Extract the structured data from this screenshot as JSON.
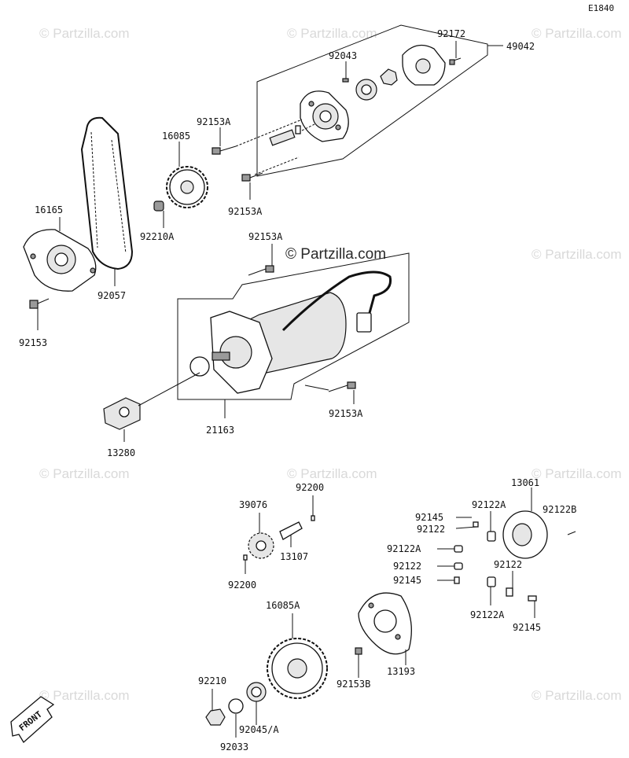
{
  "diagram_id": "E1840",
  "watermark_text": "© Partzilla.com",
  "center_watermark": "© Partzilla.com",
  "front_label": "FRONT",
  "callouts": [
    {
      "id": "49042",
      "text": "49042"
    },
    {
      "id": "92172",
      "text": "92172"
    },
    {
      "id": "92043",
      "text": "92043"
    },
    {
      "id": "92153A-top",
      "text": "92153A"
    },
    {
      "id": "16085",
      "text": "16085"
    },
    {
      "id": "92153A-mid",
      "text": "92153A"
    },
    {
      "id": "16165",
      "text": "16165"
    },
    {
      "id": "92210A",
      "text": "92210A"
    },
    {
      "id": "92057",
      "text": "92057"
    },
    {
      "id": "92153",
      "text": "92153"
    },
    {
      "id": "92153A-motor",
      "text": "92153A"
    },
    {
      "id": "92153A-lower",
      "text": "92153A"
    },
    {
      "id": "21163",
      "text": "21163"
    },
    {
      "id": "13280",
      "text": "13280"
    },
    {
      "id": "92200-top",
      "text": "92200"
    },
    {
      "id": "39076",
      "text": "39076"
    },
    {
      "id": "13107",
      "text": "13107"
    },
    {
      "id": "92200-bot",
      "text": "92200"
    },
    {
      "id": "13061",
      "text": "13061"
    },
    {
      "id": "92122A-1",
      "text": "92122A"
    },
    {
      "id": "92122B",
      "text": "92122B"
    },
    {
      "id": "92145-1",
      "text": "92145"
    },
    {
      "id": "92122-1",
      "text": "92122"
    },
    {
      "id": "92122A-2",
      "text": "92122A"
    },
    {
      "id": "92122-2",
      "text": "92122"
    },
    {
      "id": "92145-2",
      "text": "92145"
    },
    {
      "id": "92122-3",
      "text": "92122"
    },
    {
      "id": "92122A-3",
      "text": "92122A"
    },
    {
      "id": "92145-3",
      "text": "92145"
    },
    {
      "id": "16085A",
      "text": "16085A"
    },
    {
      "id": "92153B",
      "text": "92153B"
    },
    {
      "id": "13193",
      "text": "13193"
    },
    {
      "id": "92210",
      "text": "92210"
    },
    {
      "id": "92045",
      "text": "92045/A"
    },
    {
      "id": "92033",
      "text": "92033"
    }
  ]
}
